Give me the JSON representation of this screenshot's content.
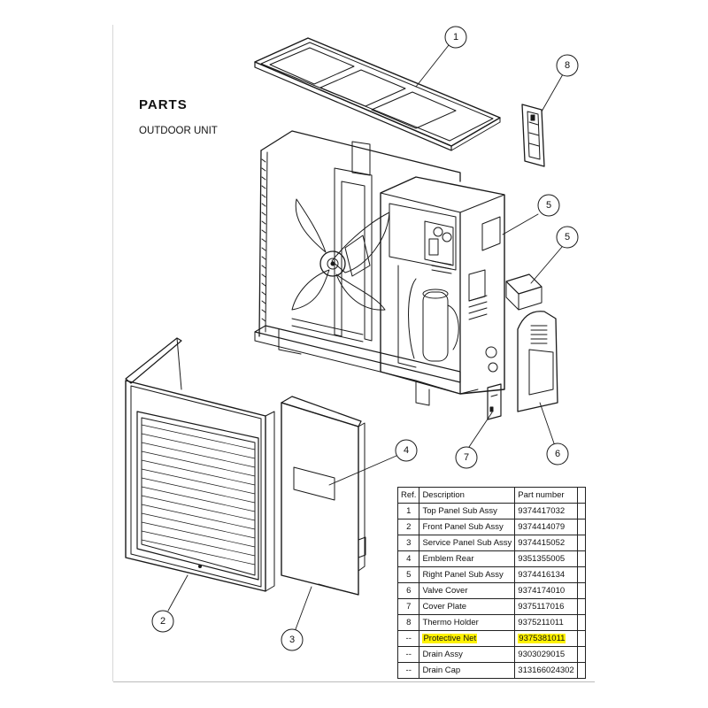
{
  "header": {
    "title": "PARTS",
    "subtitle": "OUTDOOR UNIT"
  },
  "callouts": [
    "1",
    "8",
    "5",
    "5",
    "4",
    "7",
    "6",
    "2",
    "3"
  ],
  "table": {
    "columns": [
      "Ref.",
      "Description",
      "Part number",
      ""
    ],
    "rows": [
      {
        "ref": "1",
        "description": "Top Panel Sub Assy",
        "part_number": "9374417032",
        "highlighted": false
      },
      {
        "ref": "2",
        "description": "Front Panel Sub Assy",
        "part_number": "9374414079",
        "highlighted": false
      },
      {
        "ref": "3",
        "description": "Service Panel Sub Assy",
        "part_number": "9374415052",
        "highlighted": false
      },
      {
        "ref": "4",
        "description": "Emblem Rear",
        "part_number": "9351355005",
        "highlighted": false
      },
      {
        "ref": "5",
        "description": "Right Panel Sub Assy",
        "part_number": "9374416134",
        "highlighted": false
      },
      {
        "ref": "6",
        "description": "Valve Cover",
        "part_number": "9374174010",
        "highlighted": false
      },
      {
        "ref": "7",
        "description": "Cover Plate",
        "part_number": "9375117016",
        "highlighted": false
      },
      {
        "ref": "8",
        "description": "Thermo Holder",
        "part_number": "9375211011",
        "highlighted": false
      },
      {
        "ref": "--",
        "description": "Protective Net",
        "part_number": "9375381011",
        "highlighted": true
      },
      {
        "ref": "--",
        "description": "Drain Assy",
        "part_number": "9303029015",
        "highlighted": false
      },
      {
        "ref": "--",
        "description": "Drain Cap",
        "part_number": "313166024302",
        "highlighted": false
      }
    ]
  },
  "colors": {
    "highlight": "#fff200",
    "line": "#1a1a1a"
  }
}
